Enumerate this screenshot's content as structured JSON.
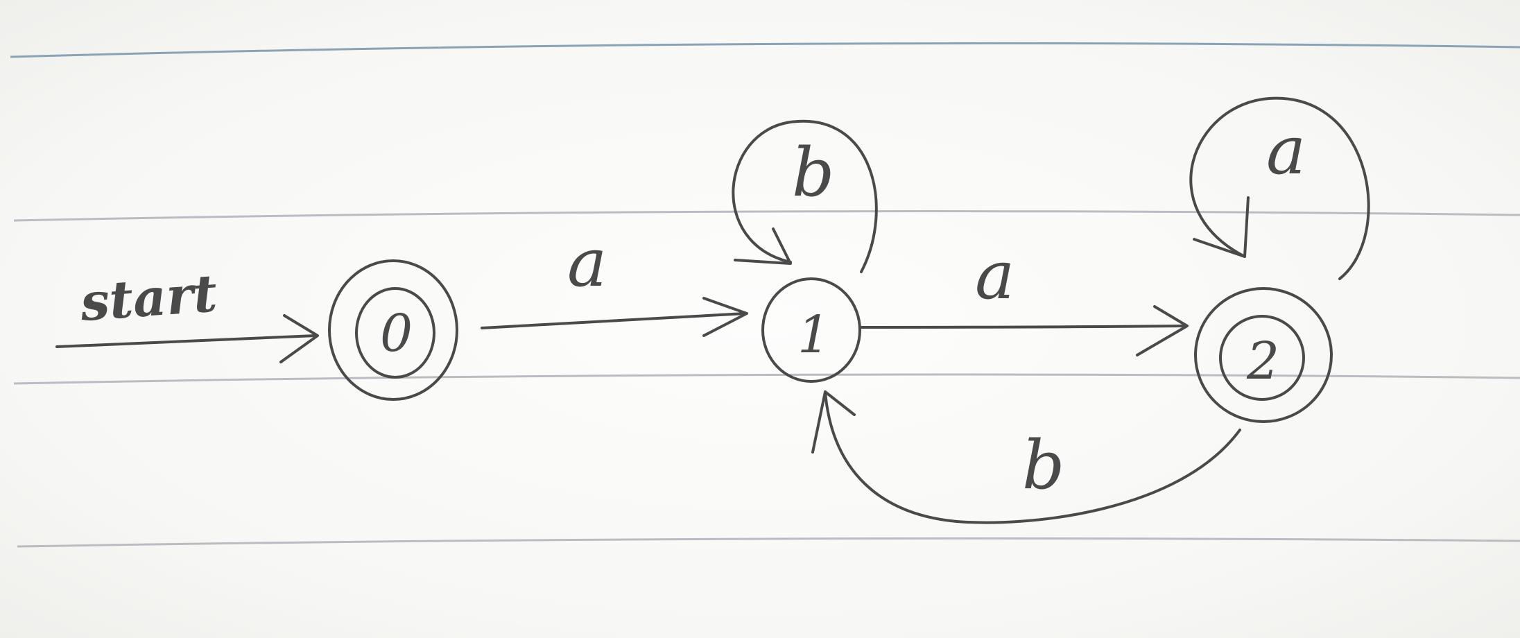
{
  "diagram": {
    "start_label": "start",
    "states": [
      {
        "id": "0",
        "label": "0",
        "accepting": true,
        "start": true
      },
      {
        "id": "1",
        "label": "1",
        "accepting": false,
        "start": false
      },
      {
        "id": "2",
        "label": "2",
        "accepting": true,
        "start": false
      }
    ],
    "transitions": [
      {
        "from": "0",
        "to": "1",
        "label": "a"
      },
      {
        "from": "1",
        "to": "1",
        "label": "b"
      },
      {
        "from": "1",
        "to": "2",
        "label": "a"
      },
      {
        "from": "2",
        "to": "2",
        "label": "a"
      },
      {
        "from": "2",
        "to": "1",
        "label": "b"
      }
    ]
  },
  "colors": {
    "ink": "#4a4a4a",
    "paper": "#f7f7f5",
    "ruled_line": "#b9bcc0",
    "ruled_line_top": "#8aa3b4"
  }
}
